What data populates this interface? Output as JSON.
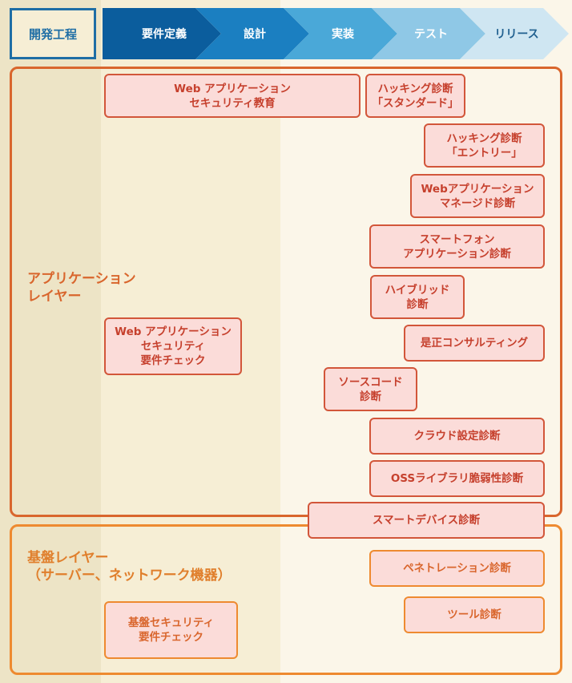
{
  "header": {
    "process_label": "開発工程",
    "phases": [
      "要件定義",
      "設計",
      "実装",
      "テスト",
      "リリース"
    ]
  },
  "colors": {
    "phase_fills": [
      "#0b5d9d",
      "#1b7fc1",
      "#4aa8d8",
      "#8fc8e6",
      "#cfe6f2"
    ],
    "phase_text": [
      "#ffffff",
      "#ffffff",
      "#ffffff",
      "#ffffff",
      "#1f5f8f"
    ],
    "app_layer_border": "#d9662d",
    "infra_layer_border": "#ee8a30",
    "service_fill": "#fbdcd9"
  },
  "layers": {
    "application": {
      "label": "アプリケーション\nレイヤー"
    },
    "infrastructure": {
      "label": "基盤レイヤー\n（サーバー、ネットワーク機器）"
    }
  },
  "services": {
    "web_security_training": "Web アプリケーション\nセキュリティ教育",
    "hacking_standard": "ハッキング診断\n「スタンダード」",
    "hacking_entry": "ハッキング診断\n「エントリー」",
    "webapp_managed": "Webアプリケーション\nマネージド診断",
    "smartphone_app": "スマートフォン\nアプリケーション診断",
    "hybrid": "ハイブリッド\n診断",
    "remediation_consulting": "是正コンサルティング",
    "web_security_requirements": "Web アプリケーション\nセキュリティ\n要件チェック",
    "source_code": "ソースコード\n診断",
    "cloud_config": "クラウド設定診断",
    "oss_library": "OSSライブラリ脆弱性診断",
    "smart_device": "スマートデバイス診断",
    "penetration": "ペネトレーション診断",
    "tool": "ツール診断",
    "infra_security_requirements": "基盤セキュリティ\n要件チェック"
  }
}
